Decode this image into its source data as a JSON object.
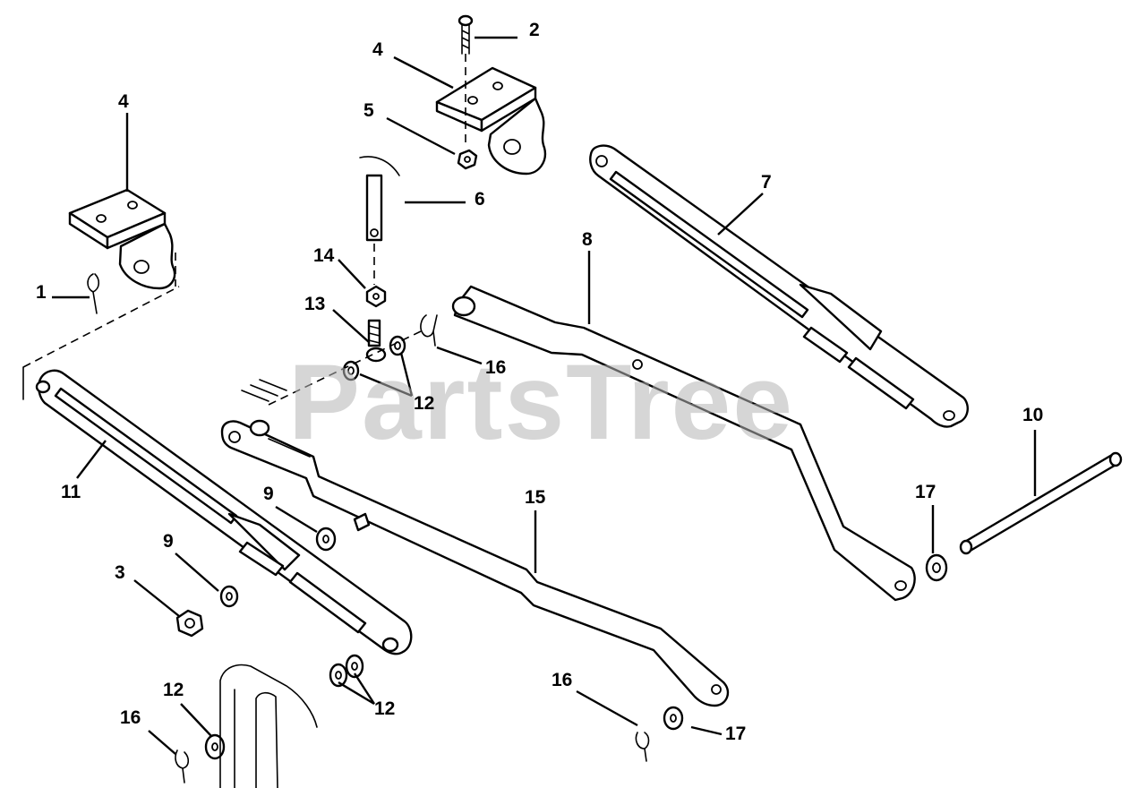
{
  "watermark": "PartsTree",
  "callouts": [
    {
      "id": "c1",
      "label": "1"
    },
    {
      "id": "c2",
      "label": "2"
    },
    {
      "id": "c3",
      "label": "3"
    },
    {
      "id": "c4a",
      "label": "4"
    },
    {
      "id": "c4b",
      "label": "4"
    },
    {
      "id": "c5",
      "label": "5"
    },
    {
      "id": "c6",
      "label": "6"
    },
    {
      "id": "c7",
      "label": "7"
    },
    {
      "id": "c8",
      "label": "8"
    },
    {
      "id": "c9a",
      "label": "9"
    },
    {
      "id": "c9b",
      "label": "9"
    },
    {
      "id": "c10",
      "label": "10"
    },
    {
      "id": "c11",
      "label": "11"
    },
    {
      "id": "c12a",
      "label": "12"
    },
    {
      "id": "c12b",
      "label": "12"
    },
    {
      "id": "c12c",
      "label": "12"
    },
    {
      "id": "c13",
      "label": "13"
    },
    {
      "id": "c14",
      "label": "14"
    },
    {
      "id": "c15",
      "label": "15"
    },
    {
      "id": "c16a",
      "label": "16"
    },
    {
      "id": "c16b",
      "label": "16"
    },
    {
      "id": "c16c",
      "label": "16"
    },
    {
      "id": "c17a",
      "label": "17"
    },
    {
      "id": "c17b",
      "label": "17"
    }
  ]
}
